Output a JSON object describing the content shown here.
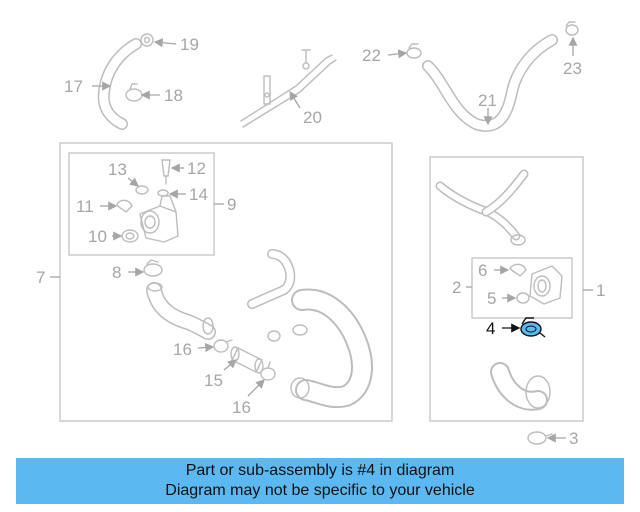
{
  "highlight_color": "#5bb8f0",
  "labels": {
    "l1": "1",
    "l2": "2",
    "l3": "3",
    "l4": "4",
    "l5": "5",
    "l6": "6",
    "l7": "7",
    "l8": "8",
    "l9": "9",
    "l10": "10",
    "l11": "11",
    "l12": "12",
    "l13": "13",
    "l14": "14",
    "l15": "15",
    "l16a": "16",
    "l16b": "16",
    "l17": "17",
    "l18": "18",
    "l19": "19",
    "l20": "20",
    "l21": "21",
    "l22": "22",
    "l23": "23"
  },
  "footer": {
    "line1": "Part or sub-assembly is #4 in diagram",
    "line2": "Diagram may not be specific to your vehicle"
  }
}
